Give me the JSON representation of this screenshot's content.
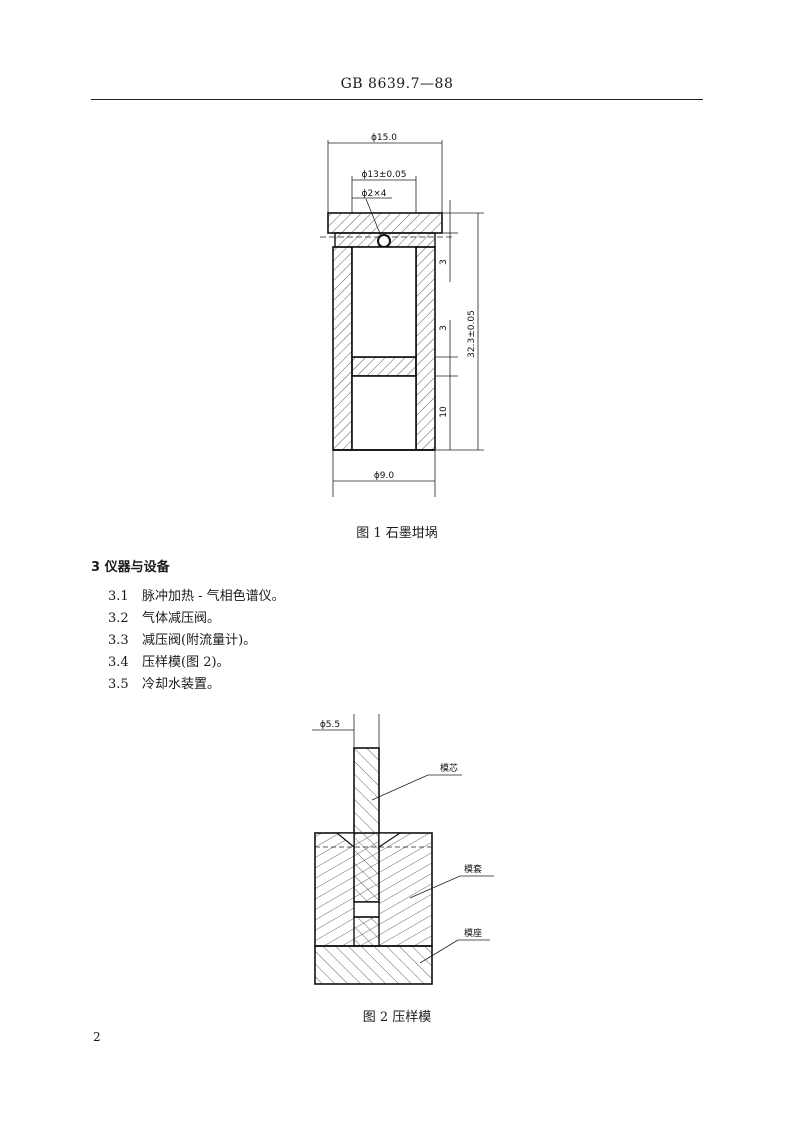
{
  "header": {
    "title": "GB 8639.7—88"
  },
  "figure1": {
    "caption": "图 1  石墨坩埚",
    "dims": {
      "outer_diameter": "ϕ15.0",
      "inner_diameter": "ϕ13±0.05",
      "hole": "ϕ2×4",
      "bottom_diameter": "ϕ9.0",
      "rim": "3",
      "wall": "3",
      "total_height": "32.3±0.05",
      "bottom_height": "10"
    }
  },
  "section3": {
    "title": "3  仪器与设备",
    "items": [
      {
        "num": "3.1",
        "text": "脉冲加热 - 气相色谱仪。"
      },
      {
        "num": "3.2",
        "text": "气体减压阀。"
      },
      {
        "num": "3.3",
        "text": "减压阀(附流量计)。"
      },
      {
        "num": "3.4",
        "text": "压样模(图 2)。"
      },
      {
        "num": "3.5",
        "text": "冷却水装置。"
      }
    ]
  },
  "figure2": {
    "caption": "图 2  压样模",
    "dims": {
      "core_diameter": "ϕ5.5"
    },
    "labels": {
      "core": "模芯",
      "sleeve": "模套",
      "base": "模座"
    }
  },
  "footer": {
    "page_number": "2"
  }
}
